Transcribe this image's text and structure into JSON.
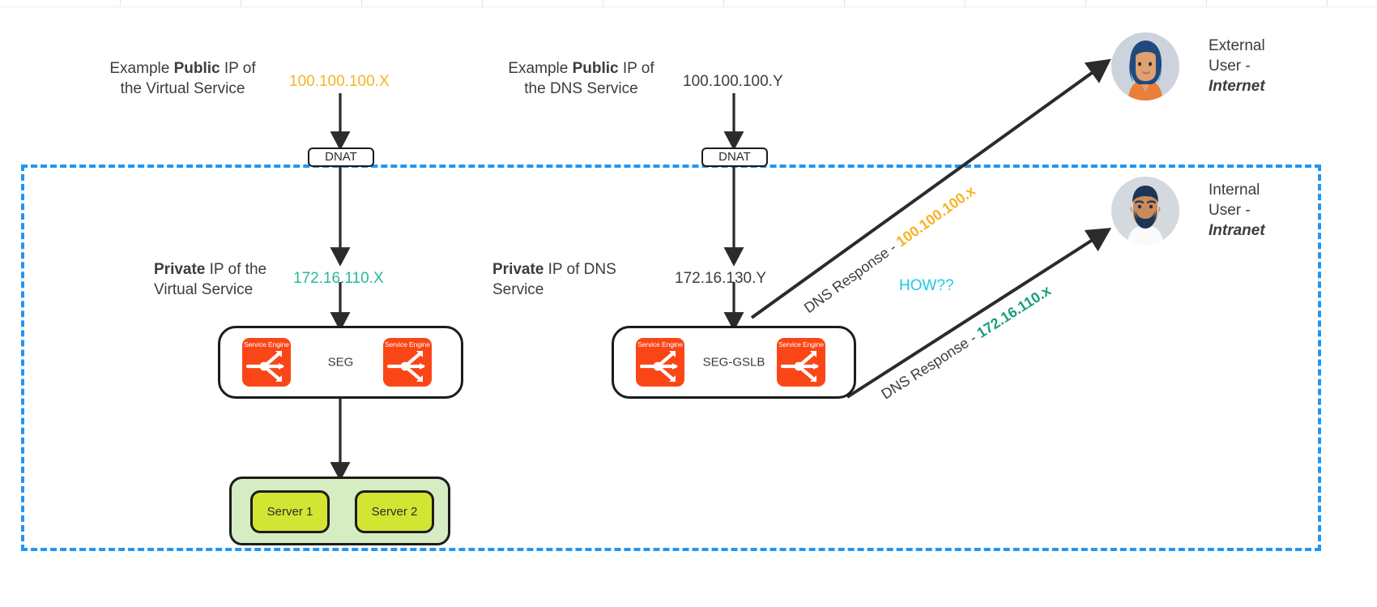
{
  "diagram": {
    "left_branch": {
      "public_caption": "Example Public IP of the Virtual Service",
      "public_caption_pre": "Example ",
      "public_caption_bold": "Public",
      "public_caption_post": " IP of\nthe Virtual Service",
      "public_ip": "100.100.100.X",
      "public_ip_color": "#f5b425",
      "dnat_label": "DNAT",
      "private_caption_bold": "Private",
      "private_caption_post": " IP of the\nVirtual Service",
      "private_ip": "172.16.110.X",
      "private_ip_color": "#27b99a",
      "seg_label": "SEG",
      "service_engine_label": "Service Engine",
      "servers": [
        "Server 1",
        "Server 2"
      ]
    },
    "right_branch": {
      "public_caption_pre": "Example ",
      "public_caption_bold": "Public",
      "public_caption_post": " IP of\nthe DNS Service",
      "public_ip": "100.100.100.Y",
      "public_ip_color": "#3c3c3c",
      "dnat_label": "DNAT",
      "private_caption_bold": "Private",
      "private_caption_post": " IP of DNS\nService",
      "private_ip": "172.16.130.Y",
      "private_ip_color": "#3c3c3c",
      "seg_label": "SEG-GSLB",
      "service_engine_label": "Service Engine"
    },
    "users": {
      "external": {
        "line1": "External",
        "line2": "User -",
        "line3": "Internet",
        "avatar": "female-avatar"
      },
      "internal": {
        "line1": "Internal",
        "line2": "User -",
        "line3": "Intranet",
        "avatar": "male-avatar"
      }
    },
    "dns_responses": {
      "external": {
        "prefix": "DNS Response - ",
        "value": "100.100.100.x",
        "value_color": "#f5b425"
      },
      "internal": {
        "prefix": "DNS Response - ",
        "value": "172.16.110.x",
        "value_color": "#1a9e7c"
      }
    },
    "annotation": {
      "how": "HOW??",
      "how_color": "#1ec8e0"
    },
    "boundary": {
      "name": "intranet-boundary",
      "color": "#2196f3"
    }
  }
}
